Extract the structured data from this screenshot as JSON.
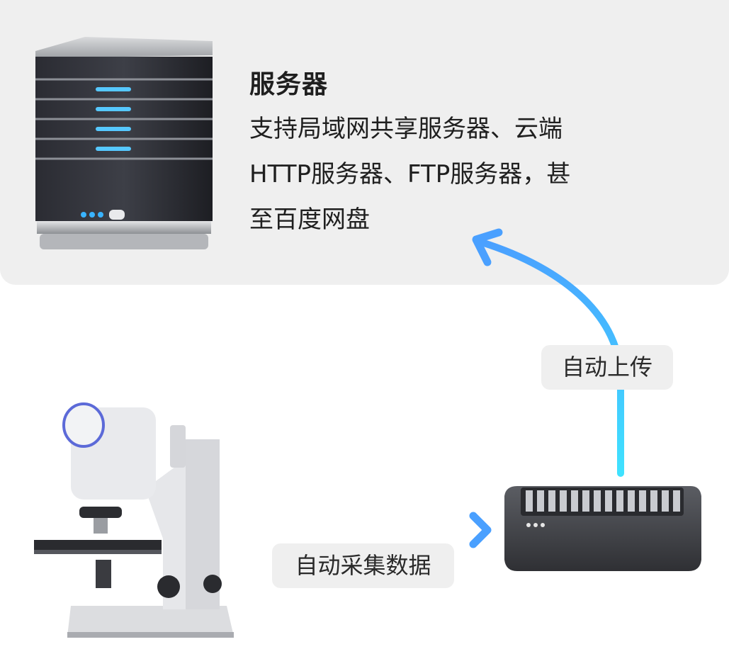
{
  "server": {
    "title": "服务器",
    "description_lines": [
      "支持局域网共享服务器、云端",
      "HTTP服务器、FTP服务器，甚",
      "至百度网盘"
    ]
  },
  "flows": {
    "upload_label": "自动上传",
    "collect_label": "自动采集数据"
  },
  "colors": {
    "card_bg": "#efefef",
    "arrow_start": "#4aa8ff",
    "arrow_end": "#3fe2ff"
  }
}
